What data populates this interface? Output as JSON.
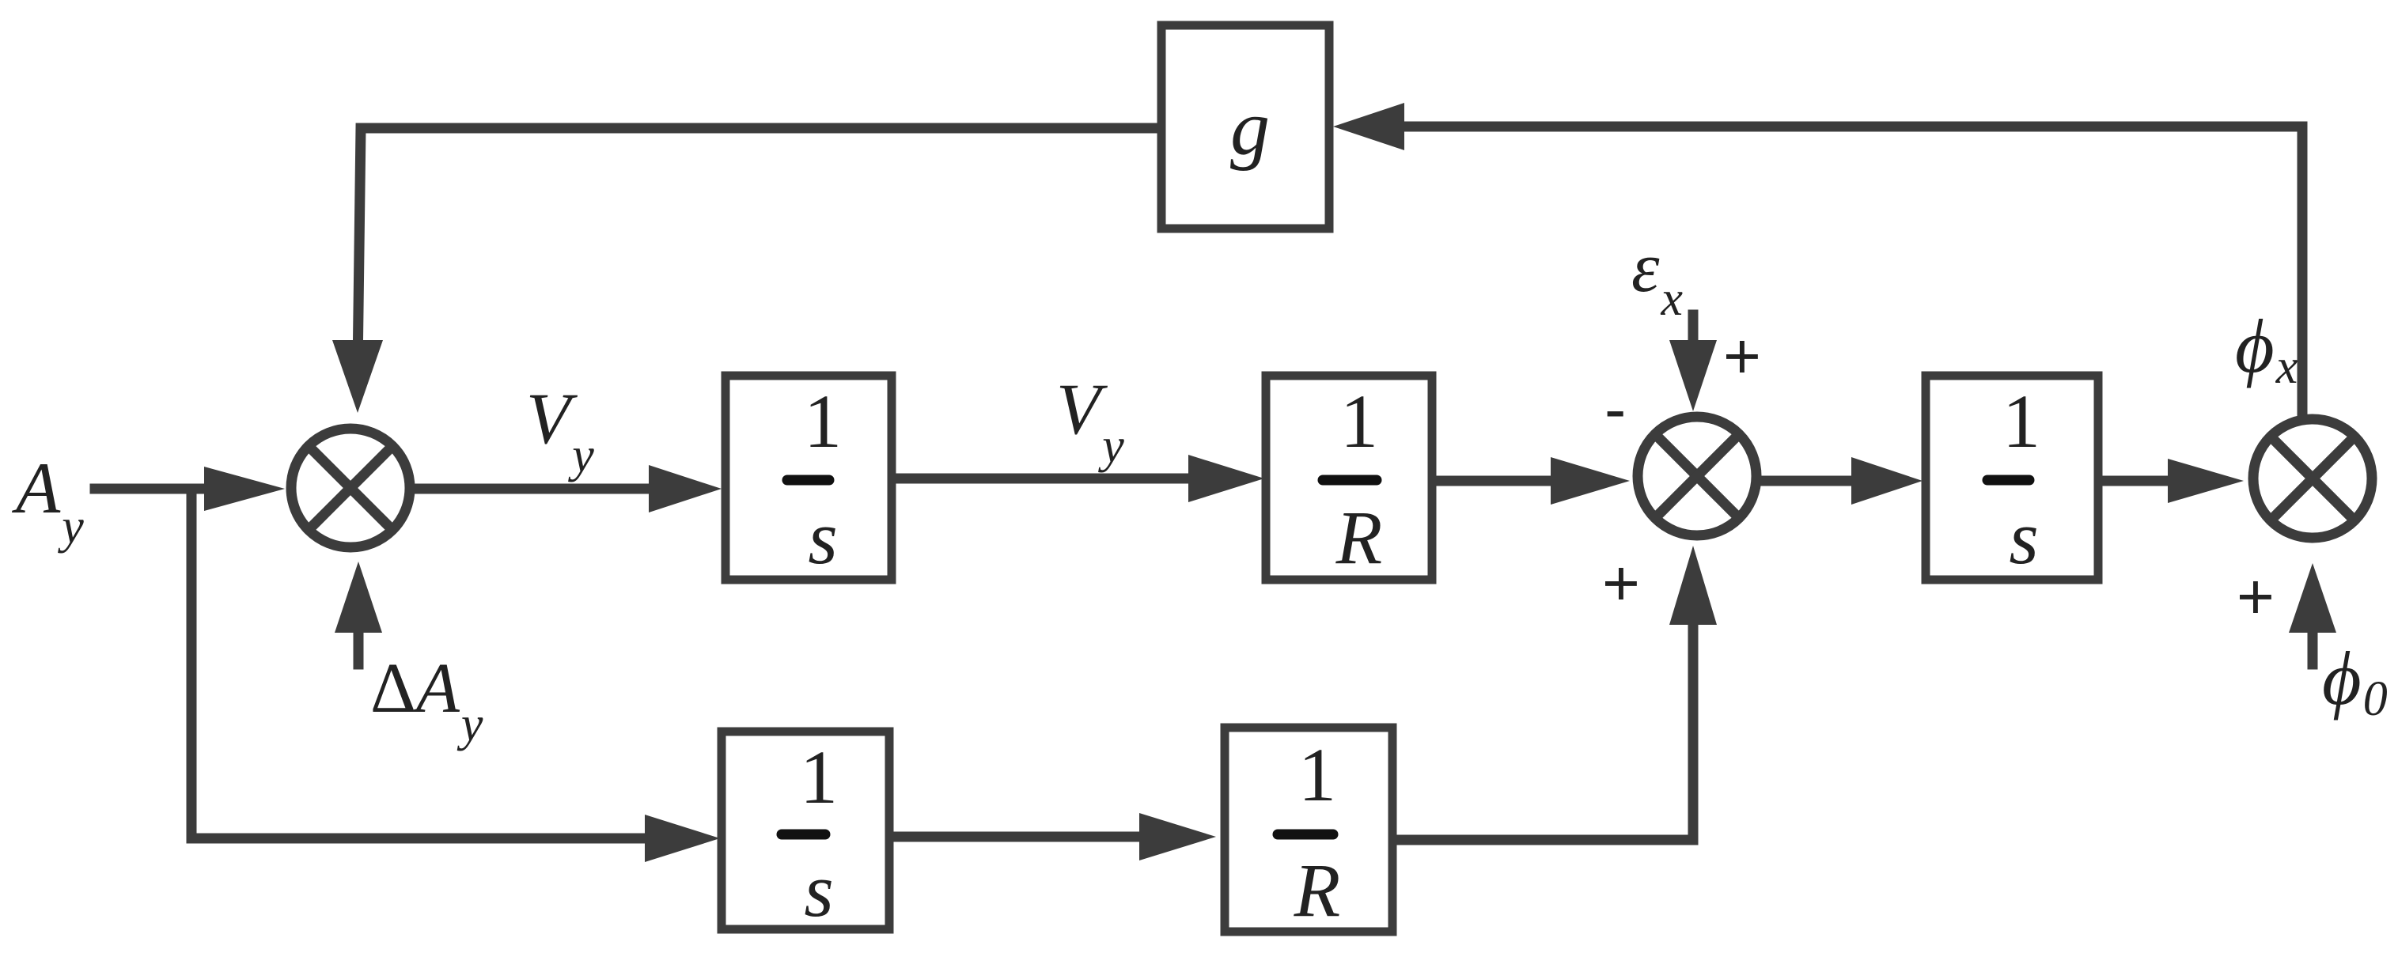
{
  "blocks": {
    "feedback_gain": "g",
    "integrator_top": {
      "numerator": "1",
      "denominator": "s"
    },
    "radius_top": {
      "numerator": "1",
      "denominator": "R"
    },
    "integrator_right": {
      "numerator": "1",
      "denominator": "s"
    },
    "integrator_bottom": {
      "numerator": "1",
      "denominator": "s"
    },
    "radius_bottom": {
      "numerator": "1",
      "denominator": "R"
    }
  },
  "signals": {
    "input": {
      "base": "A",
      "sub": "y"
    },
    "disturbance": {
      "prefix": "Δ",
      "base": "A",
      "sub": "y"
    },
    "velocity_1": {
      "base": "V",
      "sub": "y"
    },
    "velocity_2": {
      "base": "V",
      "sub": "y"
    },
    "error": {
      "base": "ε",
      "sub": "x"
    },
    "output": {
      "base": "ϕ",
      "sub": "x"
    },
    "initial": {
      "base": "ϕ",
      "sub": "0"
    }
  },
  "signs": {
    "sum2_top": "+",
    "sum2_left": "-",
    "sum2_bottom": "+",
    "sum3_bottom": "+"
  }
}
